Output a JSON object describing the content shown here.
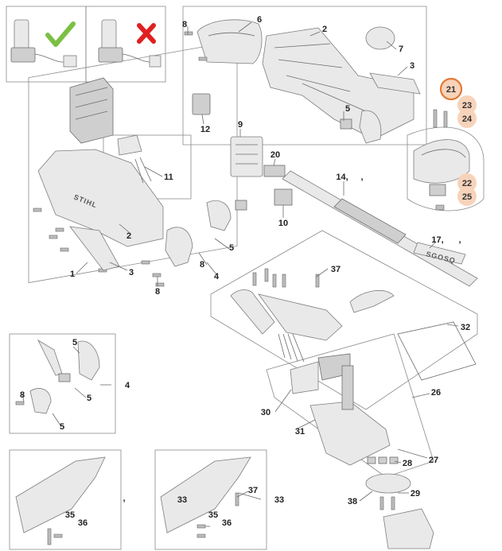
{
  "callouts": {
    "c1": "1",
    "c2": "2",
    "c3": "3",
    "c4": "4",
    "c5": "5",
    "c6": "6",
    "c7": "7",
    "c8": "8",
    "c9": "9",
    "c10": "10",
    "c11": "11",
    "c12": "12",
    "c14": "14,",
    "c17": "17,",
    "c20": "20",
    "c21": "21",
    "c22": "22",
    "c23": "23",
    "c24": "24",
    "c25": "25",
    "c26": "26",
    "c27": "27",
    "c28": "28",
    "c29": "29",
    "c30": "30",
    "c31": "31",
    "c32": "32",
    "c33": "33",
    "c35": "35",
    "c36": "36",
    "c37": "37",
    "c38": "38",
    "comma": ","
  },
  "colors": {
    "highlight_ring": "#e07b39",
    "highlight_fill": "#f7d3ba",
    "check_green": "#7bc043",
    "cross_red": "#e02020"
  },
  "icons": [
    "check-icon",
    "cross-icon"
  ]
}
